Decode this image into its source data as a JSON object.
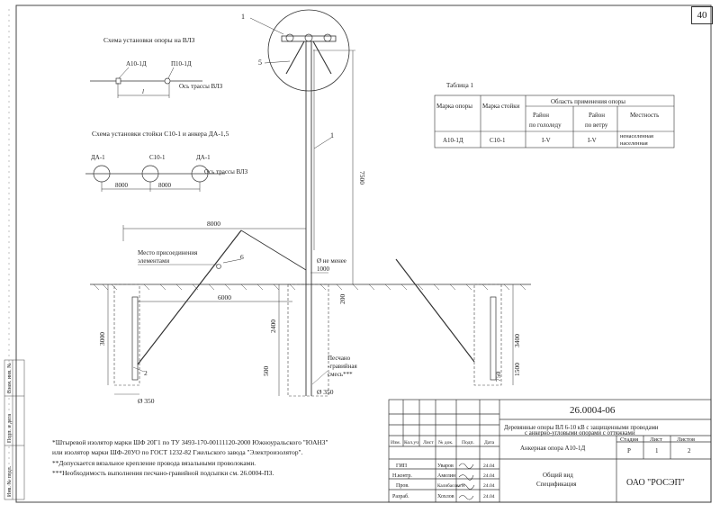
{
  "page_number": "40",
  "schemes": {
    "vlz_title": "Схема установки опоры на ВЛЗ",
    "vlz_label_left": "А10-1Д",
    "vlz_label_right": "П10-1Д",
    "vlz_dimension": "l",
    "vlz_axis": "Ось трассы ВЛЗ",
    "stand_title": "Схема установки стойки С10-1 и анкера ДА-1,5",
    "stand_labels": [
      "ДА-1",
      "С10-1",
      "ДА-1"
    ],
    "stand_dims": [
      "8000",
      "8000"
    ],
    "stand_axis": "Ось трассы ВЛЗ"
  },
  "table": {
    "caption": "Таблица 1",
    "col_mark_support": "Марка опоры",
    "col_mark_stand": "Марка стойки",
    "col_area": "Область применения опоры",
    "col_ice": [
      "Район",
      "по гололеду"
    ],
    "col_wind": [
      "Район",
      "по ветру"
    ],
    "col_terrain": "Местность",
    "row": {
      "support": "А10-1Д",
      "stand": "С10-1",
      "ice": "I-V",
      "wind": "I-V",
      "terrain": [
        "ненаселенная",
        "населенная"
      ]
    }
  },
  "drawing": {
    "callouts": [
      "1",
      "5",
      "1",
      "6",
      "2"
    ],
    "height_total": "7500",
    "span_top": "8000",
    "attach_label": [
      "Место присоединения",
      "элементами"
    ],
    "not_less": "Ø не менее",
    "dim_1000": "1000",
    "dim_6000": "6000",
    "dim_200": "200",
    "dim_3000": "3000",
    "dim_2400": "2400",
    "dim_500": "500",
    "dim_3400": "3400",
    "dim_750": "750",
    "dim_1500": "1500",
    "sand_label": [
      "Песчано",
      "-гравийная",
      "смесь***"
    ],
    "dia_left": "Ø 350",
    "dia_center": "Ø 350"
  },
  "notes": [
    "*Штыревой изолятор марки ШФ 20Г1 по ТУ 3493-170-00111120-2000 Южноуральского \"ЮАНЗ\"",
    "или изолятор марки ШФ-20УО  по ГОСТ 1232-82 Гжельского завода \"Электроизолятор\".",
    "**Допускается вязальное крепление провода вязальными проволоками.",
    "***Необходимость выполнения песчано-гравийной подсыпки см. 26.0004-ПЗ."
  ],
  "side_stamp": [
    "Инв. № подл.",
    "Подп. и дата",
    "Взам. инв. №"
  ],
  "title_block": {
    "doc_code": "26.0004-06",
    "title": [
      "Деревянные опоры ВЛ 6-10 кВ с защищенными проводами",
      "с анкерно-угловыми опорами с оттяжками"
    ],
    "headers": [
      "Изм.",
      "Кол.уч",
      "Лист",
      "№ док.",
      "Подп.",
      "Дата"
    ],
    "people": [
      {
        "role": "ГИП",
        "name": "Уваров",
        "date": "24.04"
      },
      {
        "role": "Н.контр.",
        "name": "Амелин",
        "date": "24.04"
      },
      {
        "role": "Пров.",
        "name": "Калибасова Н",
        "date": "24.04"
      },
      {
        "role": "Разраб.",
        "name": "Хохлов",
        "date": "24.04"
      }
    ],
    "sheet_name": "Анкерная опора А10-1Д",
    "view_name": [
      "Общий вид",
      "Спецификация"
    ],
    "stage_header": "Стадия",
    "sheet_header": "Лист",
    "sheets_header": "Листов",
    "stage": "Р",
    "sheet": "1",
    "sheets": "2",
    "org": "ОАО \"РОСЭП\""
  }
}
